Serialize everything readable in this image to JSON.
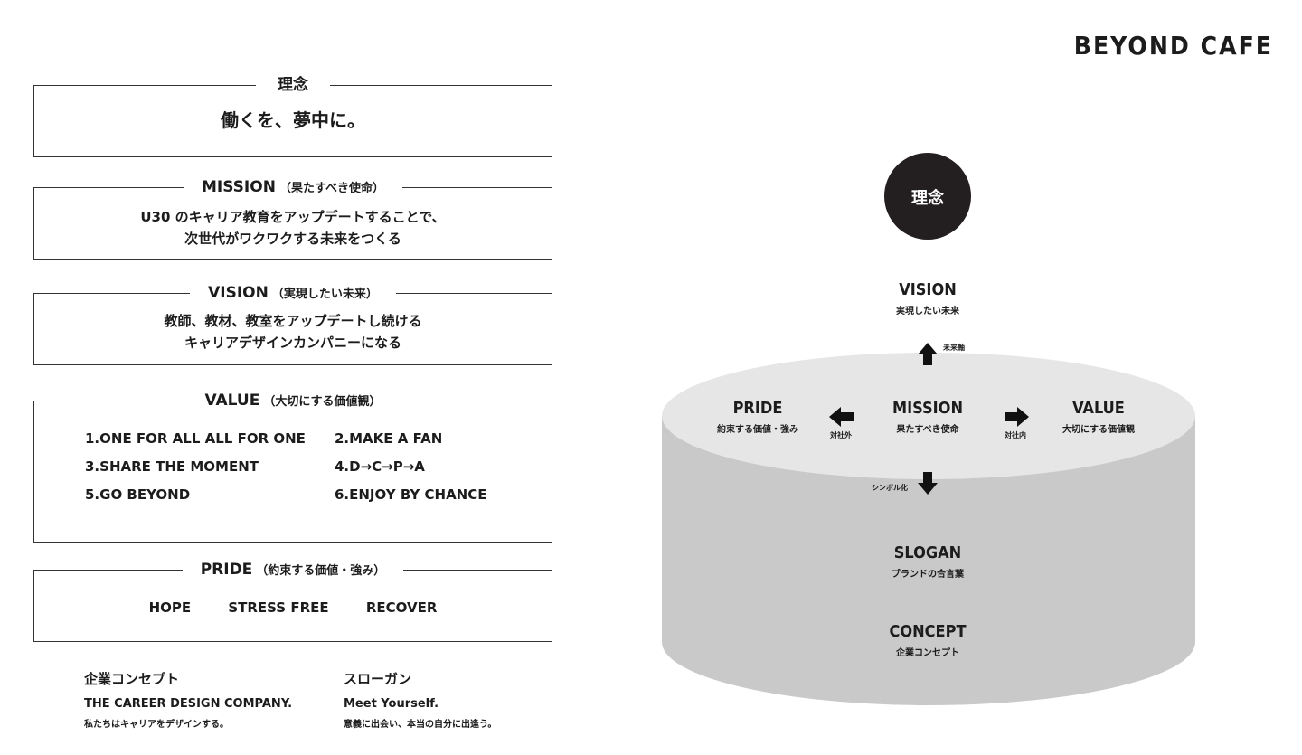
{
  "brand": "BEYOND CAFE",
  "left": {
    "rinen": {
      "title": "理念",
      "body": "働くを、夢中に。"
    },
    "mission": {
      "title": "MISSION",
      "sub": "（果たすべき使命）",
      "line1": "U30 のキャリア教育をアップデートすることで、",
      "line2": "次世代がワクワクする未来をつくる"
    },
    "vision": {
      "title": "VISION",
      "sub": "（実現したい未来）",
      "line1": "教師、教材、教室をアップデートし続ける",
      "line2": "キャリアデザインカンパニーになる"
    },
    "value": {
      "title": "VALUE",
      "sub": "（大切にする価値観）",
      "items": [
        "1.ONE FOR ALL ALL FOR ONE",
        "2.MAKE A FAN",
        "3.SHARE THE MOMENT",
        "4.D→C→P→A",
        "5.GO BEYOND",
        "6.ENJOY BY CHANCE"
      ]
    },
    "pride": {
      "title": "PRIDE",
      "sub": "（約束する価値・強み）",
      "items": [
        "HOPE",
        "STRESS FREE",
        "RECOVER"
      ]
    }
  },
  "footer": {
    "concept": {
      "heading": "企業コンセプト",
      "line1": "THE CAREER DESIGN COMPANY.",
      "line2": "私たちはキャリアをデザインする。"
    },
    "slogan": {
      "heading": "スローガン",
      "line1": "Meet Yourself.",
      "line2": "意義に出会い、本当の自分に出逢う。"
    }
  },
  "diagram": {
    "top_circle": "理念",
    "vision": {
      "title": "VISION",
      "sub": "実現したい未来"
    },
    "arrow_up_label": "未来軸",
    "pride": {
      "title": "PRIDE",
      "sub": "約束する価値・強み"
    },
    "mission": {
      "title": "MISSION",
      "sub": "果たすべき使命"
    },
    "value": {
      "title": "VALUE",
      "sub": "大切にする価値観"
    },
    "arrow_left_label": "対社外",
    "arrow_right_label": "対社内",
    "arrow_down_label": "シンボル化",
    "slogan": {
      "title": "SLOGAN",
      "sub": "ブランドの合言葉"
    },
    "concept": {
      "title": "CONCEPT",
      "sub": "企業コンセプト"
    },
    "colors": {
      "circle": "#231f20",
      "top": "#e6e6e6",
      "side": "#c9c9c9"
    }
  }
}
